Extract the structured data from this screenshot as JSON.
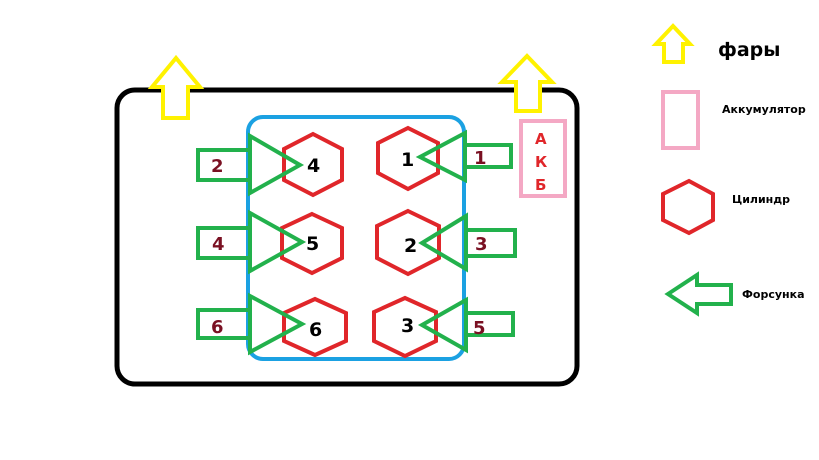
{
  "colors": {
    "frame": "#000000",
    "block": "#1ba1e2",
    "headlight": "#fff200",
    "battery": "#f4a8c4",
    "cylinder": "#e0262a",
    "injector": "#22b14c",
    "injector_label": "#7a1022"
  },
  "battery_label": [
    "А",
    "К",
    "Б"
  ],
  "cylinders": {
    "c4": "4",
    "c1": "1",
    "c5": "5",
    "c2": "2",
    "c6": "6",
    "c3": "3"
  },
  "injectors": {
    "l_top": "2",
    "l_mid": "4",
    "l_bot": "6",
    "r_top": "1",
    "r_mid": "3",
    "r_bot": "5"
  },
  "legend": {
    "headlights": "фары",
    "battery": "Аккумулятор",
    "cylinder": "Цилиндр",
    "injector": "Форсунка"
  }
}
